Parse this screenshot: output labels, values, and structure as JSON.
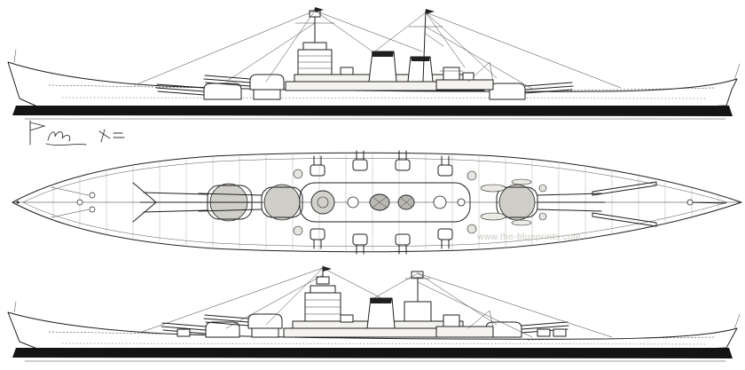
{
  "figure": {
    "subject": "battleship three-view technical line drawing",
    "views": [
      "side-elevation-upper",
      "deck-plan",
      "side-elevation-lower"
    ]
  },
  "watermark": {
    "text": "www.the-blueprints.com"
  },
  "colors": {
    "paper": "#ffffff",
    "ink": "#1f1f1f",
    "waterline_band": "#141414",
    "deck_fill": "#d8d7d1",
    "deck_plank_line": "#c2c1ba",
    "hull_plate_line": "#ebeae6",
    "rigging": "#3a3a3a",
    "watermark_text": "#c9c8c2"
  }
}
